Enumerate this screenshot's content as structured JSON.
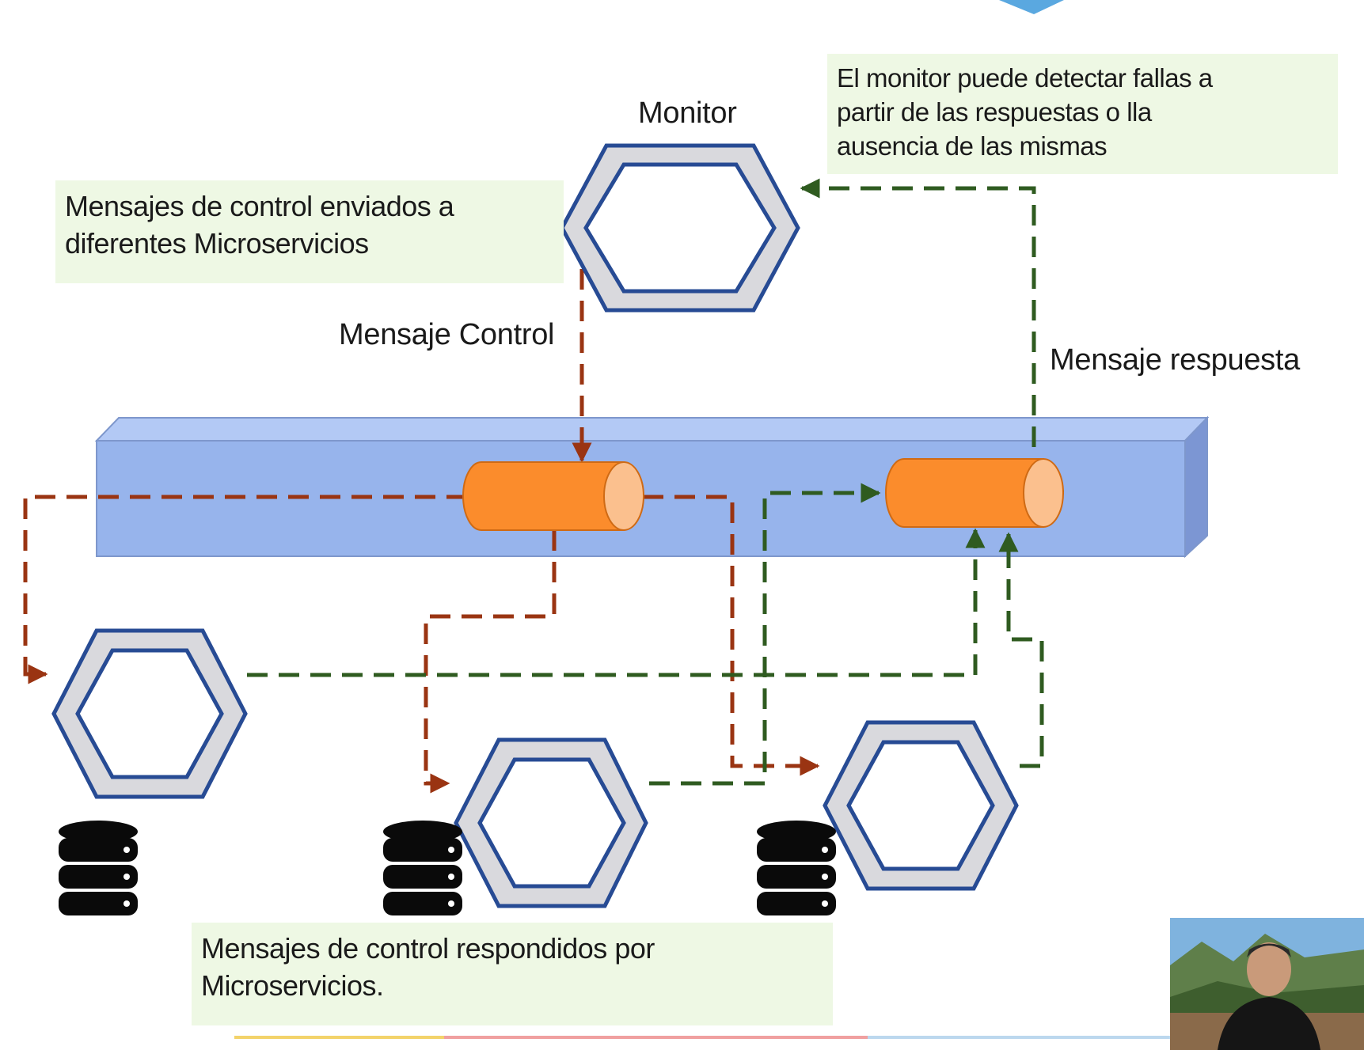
{
  "notes": {
    "monitor_note": [
      "El monitor puede detectar fallas a",
      "partir de las respuestas o lla",
      "ausencia de las mismas"
    ],
    "control_note": [
      "Mensajes de control enviados a",
      "diferentes Microservicios"
    ],
    "response_note": [
      "Mensajes de control respondidos por",
      "Microservicios."
    ]
  },
  "labels": {
    "monitor": "Monitor",
    "control_message": "Mensaje Control",
    "response_message": "Mensaje respuesta"
  },
  "colors": {
    "control_arrow": "#9a3412",
    "response_arrow": "#2f5b20",
    "bus_front": "#97b4ec",
    "queue": "#fb8c2c",
    "queue_end": "#fbc08e",
    "hexagon_outline": "#274b94",
    "hexagon_fill": "#d9d9dd",
    "note_background": "#eef8e4"
  },
  "icons": {
    "database": "database-icon",
    "presenter": "presenter-video-thumbnail"
  }
}
